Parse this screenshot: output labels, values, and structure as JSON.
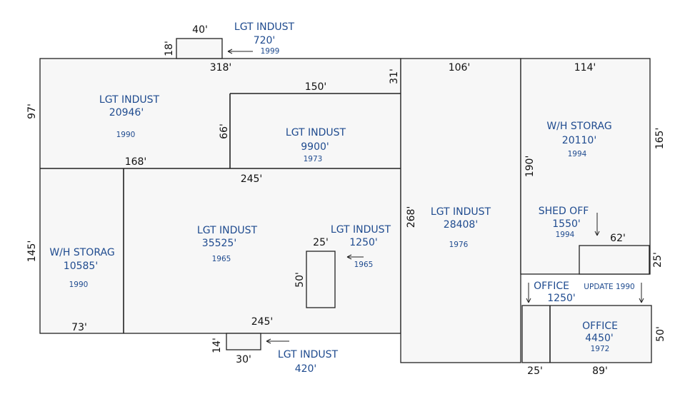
{
  "colors": {
    "label": "#1f4b8f",
    "dimension": "#111111",
    "fill": "#f7f7f7",
    "line": "#222222"
  },
  "areas": {
    "top_addition": {
      "use": "LGT INDUST",
      "area": "720'",
      "year": "1999"
    },
    "north_left": {
      "use": "LGT INDUST",
      "area": "20946'",
      "year": "1990"
    },
    "north_mid": {
      "use": "LGT INDUST",
      "area": "9900'",
      "year": "1973"
    },
    "west_storage": {
      "use": "W/H STORAG",
      "area": "10585'",
      "year": "1990"
    },
    "main": {
      "use": "LGT INDUST",
      "area": "35525'",
      "year": "1965"
    },
    "main_inset": {
      "use": "LGT INDUST",
      "area": "1250'",
      "year": "1965"
    },
    "central": {
      "use": "LGT INDUST",
      "area": "28408'",
      "year": "1976"
    },
    "east_storage": {
      "use": "W/H STORAG",
      "area": "20110'",
      "year": "1994"
    },
    "shed": {
      "use": "SHED OFF",
      "area": "1550'",
      "year": "1994"
    },
    "office_small": {
      "use": "OFFICE",
      "area": "1250'",
      "note": "UPDATE 1990"
    },
    "office_large": {
      "use": "OFFICE",
      "area": "4450'",
      "year": "1972"
    },
    "bottom_addition": {
      "use": "LGT INDUST",
      "area": "420'"
    }
  },
  "dimensions": {
    "top_add_w": "40'",
    "top_add_h": "18'",
    "north_w": "318'",
    "north_h": "97'",
    "step_h": "31'",
    "mid_w": "150'",
    "mid_h": "66'",
    "split_w": "168'",
    "main_top": "245'",
    "main_bottom": "245'",
    "west_h": "145'",
    "west_w": "73'",
    "inset_w": "25'",
    "inset_h": "50'",
    "central_w": "106'",
    "central_h": "268'",
    "east_w": "114'",
    "east_h": "165'",
    "east_inner_h": "190'",
    "shed_w": "62'",
    "shed_h": "25'",
    "office_h": "50'",
    "office_small_w": "25'",
    "office_large_w": "89'",
    "bottom_add_h": "14'",
    "bottom_add_w": "30'"
  }
}
